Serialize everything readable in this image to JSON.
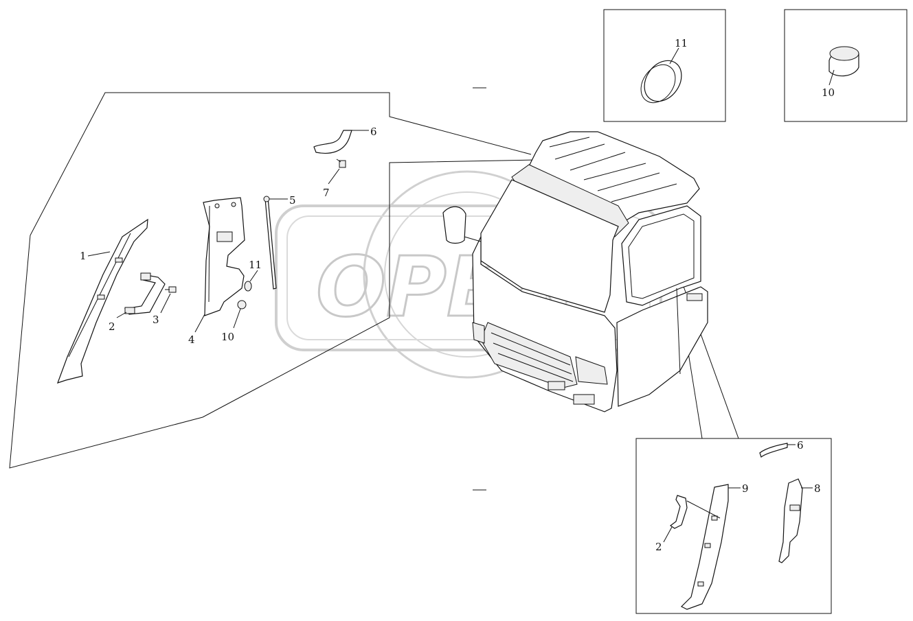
{
  "watermark": "OPEX",
  "labels": {
    "main_1": "1",
    "main_2": "2",
    "main_3": "3",
    "main_4": "4",
    "main_5": "5",
    "main_6": "6",
    "main_7": "7",
    "main_10": "10",
    "main_11": "11",
    "inset_11": "11",
    "inset_10": "10",
    "sub_6": "6",
    "sub_9": "9",
    "sub_8": "8",
    "sub_2": "2"
  }
}
